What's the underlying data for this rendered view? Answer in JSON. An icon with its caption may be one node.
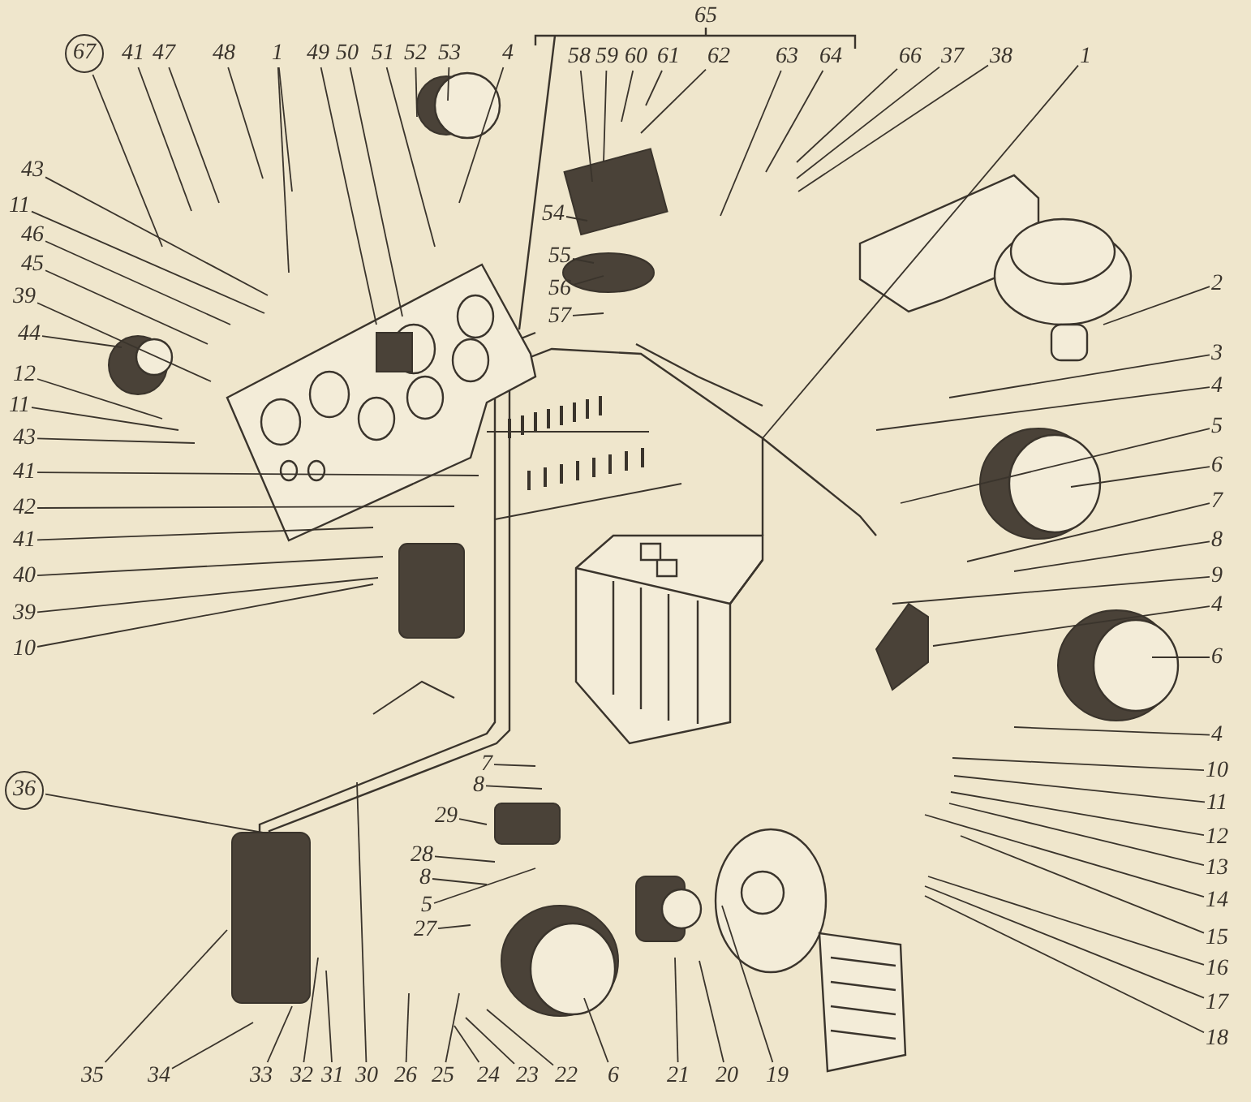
{
  "diagram": {
    "nodes": [
      {
        "text": [
          "67"
        ]
      },
      {
        "text": [
          "41"
        ]
      },
      {
        "text": [
          "47"
        ]
      },
      {
        "text": [
          "48"
        ]
      },
      {
        "text": [
          "1"
        ]
      },
      {
        "text": [
          "49"
        ]
      },
      {
        "text": [
          "50"
        ]
      },
      {
        "text": [
          "51"
        ]
      },
      {
        "text": [
          "52"
        ]
      },
      {
        "text": [
          "53"
        ]
      },
      {
        "text": [
          "4"
        ]
      },
      {
        "text": [
          "58"
        ]
      },
      {
        "text": [
          "59"
        ]
      },
      {
        "text": [
          "60"
        ]
      },
      {
        "text": [
          "61"
        ]
      },
      {
        "text": [
          "62"
        ]
      },
      {
        "text": [
          "63"
        ]
      },
      {
        "text": [
          "64"
        ]
      },
      {
        "text": [
          "66"
        ]
      },
      {
        "text": [
          "37"
        ]
      },
      {
        "text": [
          "38"
        ]
      },
      {
        "text": [
          "1"
        ]
      },
      {
        "text": [
          "43"
        ]
      },
      {
        "text": [
          "11"
        ]
      },
      {
        "text": [
          "46"
        ]
      },
      {
        "text": [
          "45"
        ]
      },
      {
        "text": [
          "39"
        ]
      },
      {
        "text": [
          "44"
        ]
      },
      {
        "text": [
          "12"
        ]
      },
      {
        "text": [
          "11"
        ]
      },
      {
        "text": [
          "43"
        ]
      },
      {
        "text": [
          "41"
        ]
      },
      {
        "text": [
          "42"
        ]
      },
      {
        "text": [
          "41"
        ]
      },
      {
        "text": [
          "40"
        ]
      },
      {
        "text": [
          "39"
        ]
      },
      {
        "text": [
          "10"
        ]
      },
      {
        "text": [
          "2"
        ]
      },
      {
        "text": [
          "3"
        ]
      },
      {
        "text": [
          "4"
        ]
      },
      {
        "text": [
          "5"
        ]
      },
      {
        "text": [
          "6"
        ]
      },
      {
        "text": [
          "7"
        ]
      },
      {
        "text": [
          "8"
        ]
      },
      {
        "text": [
          "9"
        ]
      },
      {
        "text": [
          "4"
        ]
      },
      {
        "text": [
          "6"
        ]
      },
      {
        "text": [
          "4"
        ]
      },
      {
        "text": [
          "10"
        ]
      },
      {
        "text": [
          "11"
        ]
      },
      {
        "text": [
          "12"
        ]
      },
      {
        "text": [
          "13"
        ]
      },
      {
        "text": [
          "14"
        ]
      },
      {
        "text": [
          "15"
        ]
      },
      {
        "text": [
          "16"
        ]
      },
      {
        "text": [
          "17"
        ]
      },
      {
        "text": [
          "18"
        ]
      },
      {
        "text": [
          "36"
        ]
      },
      {
        "text": [
          "7"
        ]
      },
      {
        "text": [
          "8"
        ]
      },
      {
        "text": [
          "29"
        ]
      },
      {
        "text": [
          "28"
        ]
      },
      {
        "text": [
          "8"
        ]
      },
      {
        "text": [
          "5"
        ]
      },
      {
        "text": [
          "27"
        ]
      },
      {
        "text": [
          "35"
        ]
      },
      {
        "text": [
          "34"
        ]
      },
      {
        "text": [
          "33"
        ]
      },
      {
        "text": [
          "32"
        ]
      },
      {
        "text": [
          "31"
        ]
      },
      {
        "text": [
          "30"
        ]
      },
      {
        "text": [
          "26"
        ]
      },
      {
        "text": [
          "25"
        ]
      },
      {
        "text": [
          "24"
        ]
      },
      {
        "text": [
          "23"
        ]
      },
      {
        "text": [
          "22"
        ]
      },
      {
        "text": [
          "6"
        ]
      },
      {
        "text": [
          "21"
        ]
      },
      {
        "text": [
          "20"
        ]
      },
      {
        "text": [
          "19"
        ]
      },
      {
        "text": [
          "54"
        ]
      },
      {
        "text": [
          "55"
        ]
      },
      {
        "text": [
          "56"
        ]
      },
      {
        "text": [
          "57"
        ]
      }
    ],
    "edges": [
      {
        "from": 0,
        "to": null,
        "arrow": "none"
      },
      {
        "from": 1,
        "to": null,
        "arrow": "none"
      },
      {
        "from": 2,
        "to": null,
        "arrow": "none"
      },
      {
        "from": 3,
        "to": null,
        "arrow": "none"
      },
      {
        "from": 4,
        "to": null,
        "arrow": "none"
      },
      {
        "from": 5,
        "to": null,
        "arrow": "none"
      },
      {
        "from": 6,
        "to": null,
        "arrow": "none"
      },
      {
        "from": 7,
        "to": null,
        "arrow": "none"
      },
      {
        "from": 8,
        "to": null,
        "arrow": "none"
      },
      {
        "from": 9,
        "to": null,
        "arrow": "none"
      },
      {
        "from": 10,
        "to": null,
        "arrow": "none"
      },
      {
        "from": 11,
        "to": null,
        "arrow": "none"
      },
      {
        "from": 12,
        "to": null,
        "arrow": "none"
      },
      {
        "from": 13,
        "to": null,
        "arrow": "none"
      },
      {
        "from": 14,
        "to": null,
        "arrow": "none"
      },
      {
        "from": 15,
        "to": null,
        "arrow": "none"
      },
      {
        "from": 16,
        "to": null,
        "arrow": "none"
      },
      {
        "from": 17,
        "to": null,
        "arrow": "none"
      },
      {
        "from": 18,
        "to": null,
        "arrow": "none"
      },
      {
        "from": 19,
        "to": null,
        "arrow": "none"
      },
      {
        "from": 20,
        "to": null,
        "arrow": "none"
      },
      {
        "from": 21,
        "to": null,
        "arrow": "none"
      },
      {
        "from": 22,
        "to": null,
        "arrow": "none"
      },
      {
        "from": 23,
        "to": null,
        "arrow": "none"
      },
      {
        "from": 24,
        "to": null,
        "arrow": "none"
      },
      {
        "from": 25,
        "to": null,
        "arrow": "none"
      },
      {
        "from": 26,
        "to": null,
        "arrow": "none"
      },
      {
        "from": 27,
        "to": null,
        "arrow": "none"
      },
      {
        "from": 28,
        "to": null,
        "arrow": "none"
      },
      {
        "from": 29,
        "to": null,
        "arrow": "none"
      },
      {
        "from": 30,
        "to": null,
        "arrow": "none"
      },
      {
        "from": 31,
        "to": null,
        "arrow": "none"
      },
      {
        "from": 32,
        "to": null,
        "arrow": "none"
      },
      {
        "from": 33,
        "to": null,
        "arrow": "none"
      },
      {
        "from": 34,
        "to": null,
        "arrow": "none"
      },
      {
        "from": 35,
        "to": null,
        "arrow": "none"
      },
      {
        "from": 36,
        "to": null,
        "arrow": "none"
      },
      {
        "from": 37,
        "to": null,
        "arrow": "none"
      },
      {
        "from": 38,
        "to": null,
        "arrow": "none"
      },
      {
        "from": 39,
        "to": null,
        "arrow": "none"
      },
      {
        "from": 40,
        "to": null,
        "arrow": "none"
      },
      {
        "from": 41,
        "to": null,
        "arrow": "none"
      },
      {
        "from": 42,
        "to": null,
        "arrow": "none"
      },
      {
        "from": 43,
        "to": null,
        "arrow": "none"
      },
      {
        "from": 44,
        "to": null,
        "arrow": "none"
      },
      {
        "from": 45,
        "to": null,
        "arrow": "none"
      },
      {
        "from": 46,
        "to": null,
        "arrow": "none"
      },
      {
        "from": 47,
        "to": null,
        "arrow": "none"
      },
      {
        "from": 48,
        "to": null,
        "arrow": "none"
      },
      {
        "from": 49,
        "to": null,
        "arrow": "none"
      },
      {
        "from": 50,
        "to": null,
        "arrow": "none"
      },
      {
        "from": 51,
        "to": null,
        "arrow": "none"
      },
      {
        "from": 52,
        "to": null,
        "arrow": "none"
      },
      {
        "from": 53,
        "to": null,
        "arrow": "none"
      },
      {
        "from": 54,
        "to": null,
        "arrow": "none"
      },
      {
        "from": 55,
        "to": null,
        "arrow": "none"
      },
      {
        "from": 56,
        "to": null,
        "arrow": "none"
      },
      {
        "from": 57,
        "to": null,
        "arrow": "none"
      },
      {
        "from": 58,
        "to": null,
        "arrow": "none"
      },
      {
        "from": 59,
        "to": null,
        "arrow": "none"
      },
      {
        "from": 60,
        "to": null,
        "arrow": "none"
      },
      {
        "from": 61,
        "to": null,
        "arrow": "none"
      },
      {
        "from": 62,
        "to": null,
        "arrow": "none"
      },
      {
        "from": 63,
        "to": null,
        "arrow": "none"
      },
      {
        "from": 64,
        "to": null,
        "arrow": "none"
      },
      {
        "from": 65,
        "to": null,
        "arrow": "none"
      },
      {
        "from": 66,
        "to": null,
        "arrow": "none"
      },
      {
        "from": 67,
        "to": null,
        "arrow": "none"
      },
      {
        "from": 68,
        "to": null,
        "arrow": "none"
      },
      {
        "from": 69,
        "to": null,
        "arrow": "none"
      },
      {
        "from": 70,
        "to": null,
        "arrow": "none"
      },
      {
        "from": 71,
        "to": null,
        "arrow": "none"
      },
      {
        "from": 72,
        "to": null,
        "arrow": "none"
      },
      {
        "from": 73,
        "to": null,
        "arrow": "none"
      },
      {
        "from": 74,
        "to": null,
        "arrow": "none"
      },
      {
        "from": 75,
        "to": null,
        "arrow": "none"
      },
      {
        "from": 76,
        "to": null,
        "arrow": "none"
      },
      {
        "from": 77,
        "to": null,
        "arrow": "none"
      },
      {
        "from": 78,
        "to": null,
        "arrow": "none"
      },
      {
        "from": 79,
        "to": null,
        "arrow": "none"
      },
      {
        "from": 80,
        "to": null,
        "arrow": "none"
      },
      {
        "from": 81,
        "to": null,
        "arrow": "none"
      },
      {
        "from": 82,
        "to": null,
        "arrow": "none"
      },
      {
        "from": 83,
        "to": null,
        "arrow": "none"
      },
      {
        "from": 4,
        "to": null,
        "arrow": "none"
      }
    ],
    "labels": [
      "65"
    ]
  }
}
